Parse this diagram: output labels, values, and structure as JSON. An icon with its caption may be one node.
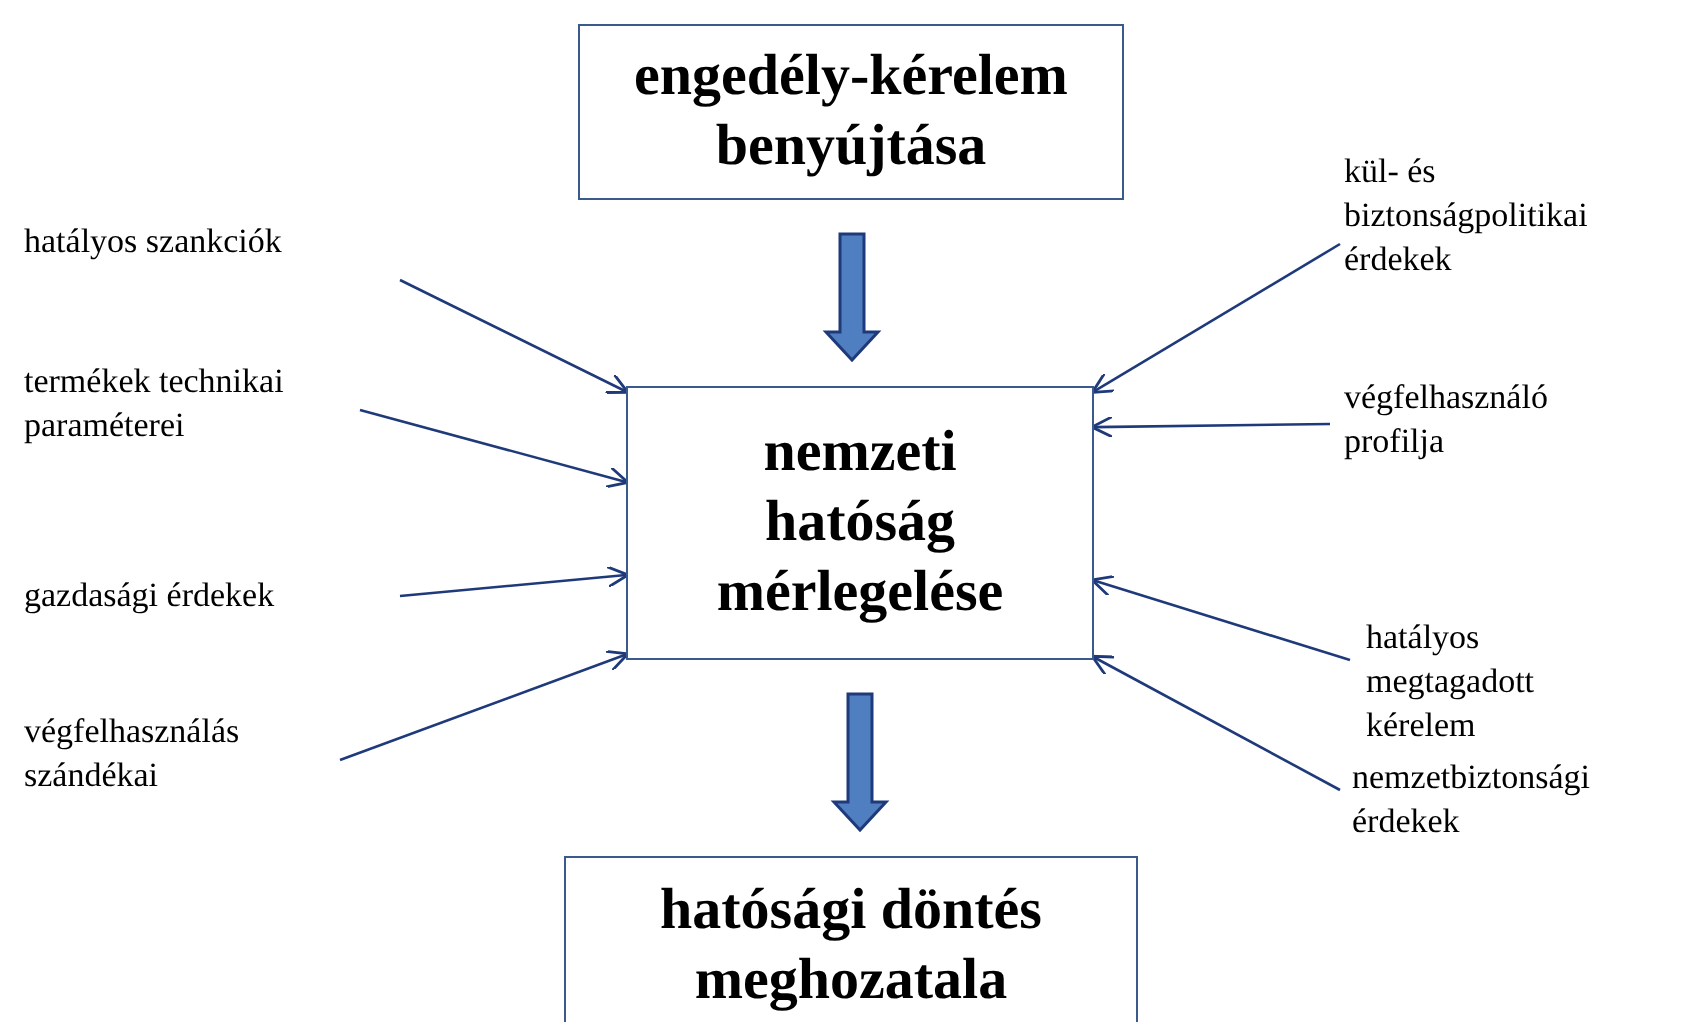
{
  "diagram": {
    "nodes": [
      {
        "text": [
          "engedély-kérelem benyújtása"
        ]
      },
      {
        "text": [
          "nemzeti hatóság mérlegelése"
        ]
      },
      {
        "text": [
          "hatósági döntés meghozatala"
        ]
      },
      {
        "text": [
          "hatályos szankciók"
        ]
      },
      {
        "text": [
          "termékek technikai paraméterei"
        ]
      },
      {
        "text": [
          "gazdasági érdekek"
        ]
      },
      {
        "text": [
          "végfelhasználás szándékai"
        ]
      },
      {
        "text": [
          "kül- és biztonságpolitikai érdekek"
        ]
      },
      {
        "text": [
          "végfelhasználó profilja"
        ]
      },
      {
        "text": [
          "hatályos megtagadott kérelem"
        ]
      },
      {
        "text": [
          "nemzetbiztonsági érdekek"
        ]
      }
    ],
    "edges": [
      {
        "from": 0,
        "to": 1,
        "arrow": "to",
        "style": "thick"
      },
      {
        "from": 1,
        "to": 2,
        "arrow": "to",
        "style": "thick"
      },
      {
        "from": 3,
        "to": 1,
        "arrow": "to"
      },
      {
        "from": 4,
        "to": 1,
        "arrow": "to"
      },
      {
        "from": 5,
        "to": 1,
        "arrow": "to"
      },
      {
        "from": 6,
        "to": 1,
        "arrow": "to"
      },
      {
        "from": 7,
        "to": 1,
        "arrow": "to"
      },
      {
        "from": 8,
        "to": 1,
        "arrow": "to"
      },
      {
        "from": 9,
        "to": 1,
        "arrow": "to"
      },
      {
        "from": 10,
        "to": 1,
        "arrow": "to"
      }
    ]
  }
}
